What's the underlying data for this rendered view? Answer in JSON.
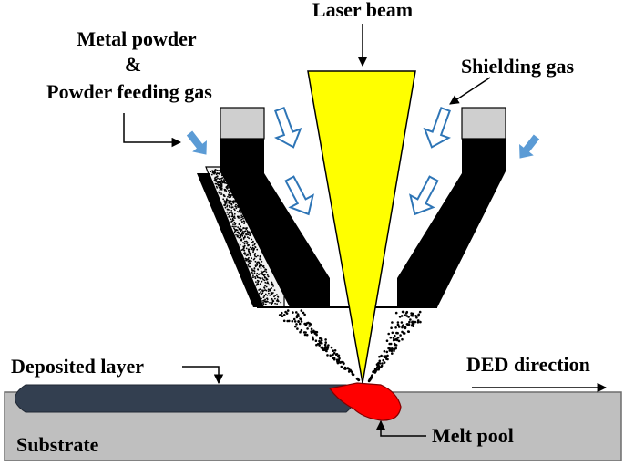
{
  "labels": {
    "laser_beam": "Laser beam",
    "metal_powder": "Metal powder",
    "ampersand": "&",
    "powder_feeding_gas": "Powder feeding gas",
    "shielding_gas": "Shielding gas",
    "deposited_layer": "Deposited layer",
    "ded_direction": "DED direction",
    "substrate": "Substrate",
    "melt_pool": "Melt pool"
  },
  "colors": {
    "laser": "#ffff00",
    "melt_pool": "#ff0000",
    "substrate": "#bfbfbf",
    "deposited_layer": "#333f50",
    "nozzle_body": "#000000",
    "nozzle_cap": "#cfcfcf",
    "gas_arrow_outline": "#2e75b6",
    "feed_arrow": "#5b9bd5"
  }
}
